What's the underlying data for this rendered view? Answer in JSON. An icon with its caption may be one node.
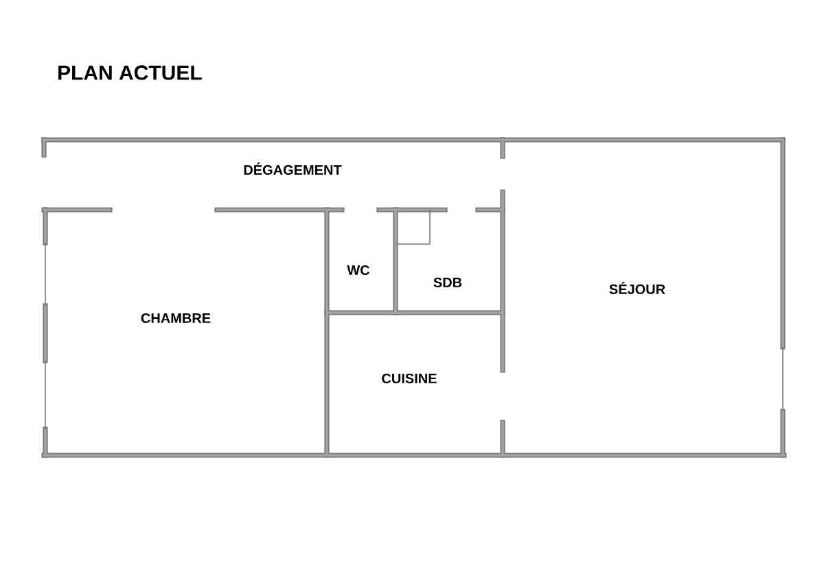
{
  "diagram": {
    "title": "PLAN ACTUEL",
    "labels": [
      "DÉGAGEMENT",
      "WC",
      "SDB",
      "CHAMBRE",
      "SÉJOUR",
      "CUISINE"
    ]
  }
}
